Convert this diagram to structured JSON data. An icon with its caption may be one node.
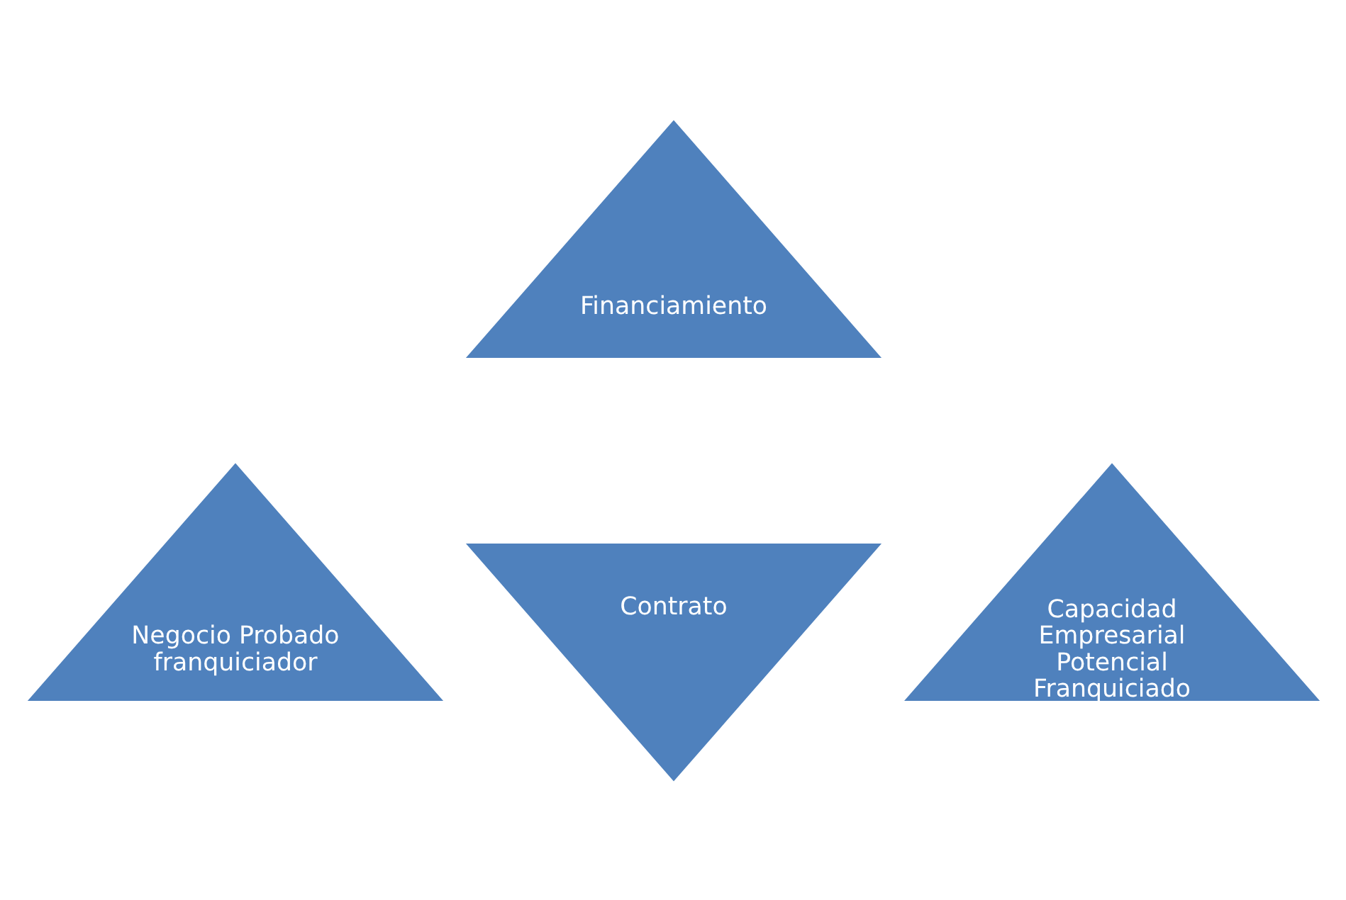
{
  "diagram": {
    "nodes": [
      {
        "text": [
          "Financiamiento"
        ]
      },
      {
        "text": [
          "Negocio Probado",
          "franquiciador"
        ]
      },
      {
        "text": [
          "Contrato"
        ]
      },
      {
        "text": [
          "Capacidad Empresarial Potencial",
          "Franquiciado"
        ]
      }
    ]
  }
}
